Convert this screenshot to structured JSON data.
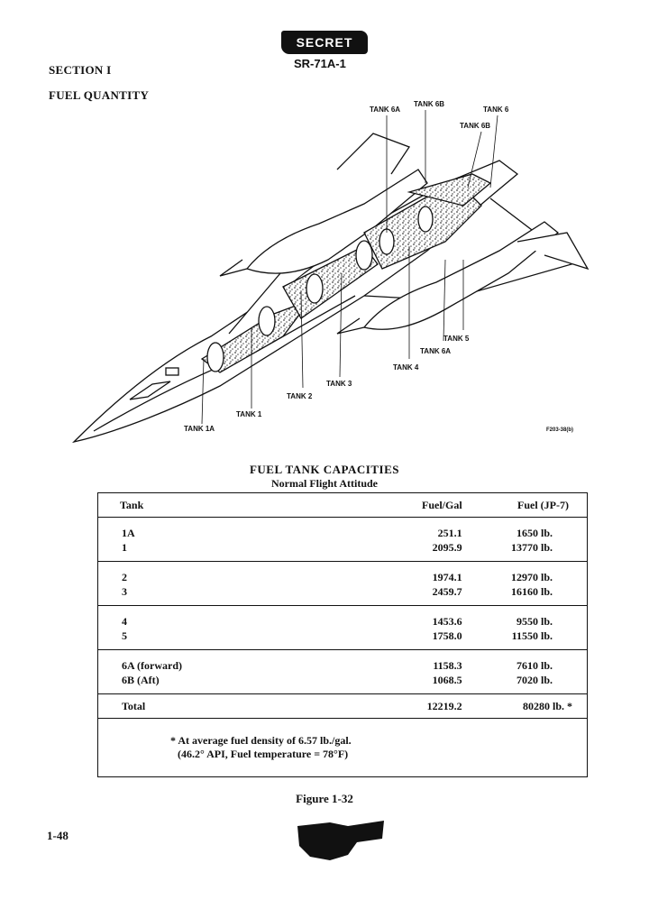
{
  "header": {
    "classification": "SECRET",
    "doc_id": "SR-71A-1",
    "section": "SECTION I",
    "title": "FUEL QUANTITY"
  },
  "figure": {
    "callouts": [
      "TANK 6A",
      "TANK 6B",
      "TANK 6",
      "TANK 6B",
      "TANK 5",
      "TANK 6A",
      "TANK 4",
      "TANK 3",
      "TANK 2",
      "TANK 1",
      "TANK 1A"
    ],
    "ref": "F203-38(b)"
  },
  "table": {
    "title": "FUEL TANK CAPACITIES",
    "subtitle": "Normal Flight Attitude",
    "headers": [
      "Tank",
      "Fuel/Gal",
      "Fuel (JP-7)"
    ],
    "groups": [
      [
        [
          "1A",
          "251.1",
          "1650 lb."
        ],
        [
          "1",
          "2095.9",
          "13770 lb."
        ]
      ],
      [
        [
          "2",
          "1974.1",
          "12970 lb."
        ],
        [
          "3",
          "2459.7",
          "16160 lb."
        ]
      ],
      [
        [
          "4",
          "1453.6",
          "9550 lb."
        ],
        [
          "5",
          "1758.0",
          "11550 lb."
        ]
      ],
      [
        [
          "6A (forward)",
          "1158.3",
          "7610 lb."
        ],
        [
          "6B (Aft)",
          "1068.5",
          "7020 lb."
        ]
      ]
    ],
    "total": [
      "Total",
      "12219.2",
      "80280 lb.  *"
    ],
    "note_line1": "* At average fuel density of 6.57 lb./gal.",
    "note_line2": "(46.2° API, Fuel temperature = 78°F)"
  },
  "figure_caption": "Figure 1-32",
  "page_number": "1-48"
}
